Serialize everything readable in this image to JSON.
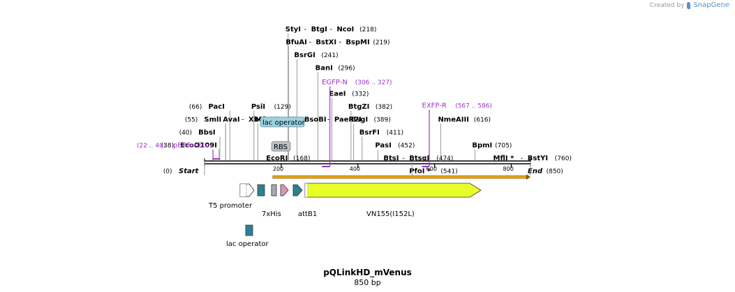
{
  "header": {
    "created_by": "Created by",
    "brand": "SnapGene"
  },
  "plasmid": {
    "name": "pQLinkHD_mVenus",
    "length_label": "850 bp",
    "length": 850
  },
  "ruler": {
    "ticks": [
      200,
      400,
      600,
      800
    ]
  },
  "enzymes": [
    {
      "name": "StyI",
      "pos": 218,
      "join": "start",
      "row": 0
    },
    {
      "name": "BtgI",
      "pos": 218,
      "join": "mid",
      "row": 0
    },
    {
      "name": "NcoI",
      "pos": 218,
      "join": "end",
      "row": 0,
      "pos_label": "(218)"
    },
    {
      "name": "BfuAI",
      "pos": 219,
      "join": "start",
      "row": 1
    },
    {
      "name": "BstXI",
      "pos": 219,
      "join": "mid",
      "row": 1
    },
    {
      "name": "BspMI",
      "pos": 219,
      "join": "end",
      "row": 1,
      "pos_label": "(219)"
    },
    {
      "name": "BsrGI",
      "pos": 241,
      "row": 2,
      "pos_label": "(241)"
    },
    {
      "name": "BanI",
      "pos": 296,
      "row": 3,
      "pos_label": "(296)"
    },
    {
      "name": "EaeI",
      "pos": 332,
      "row": 5,
      "pos_label": "(332)"
    },
    {
      "name": "BtgZI",
      "pos": 382,
      "row": 6,
      "pos_label": "(382)"
    },
    {
      "name": "BsgI",
      "pos": 389,
      "row": 7,
      "pos_label": "(389)"
    },
    {
      "name": "BsrFI",
      "pos": 411,
      "row": 8,
      "pos_label": "(411)"
    },
    {
      "name": "PasI",
      "pos": 452,
      "row": 9,
      "pos_label": "(452)"
    },
    {
      "name": "BtsI",
      "pos": 474,
      "join": "start",
      "row": 10
    },
    {
      "name": "BtsαI",
      "pos": 474,
      "join": "end",
      "row": 10,
      "pos_label": "(474)"
    },
    {
      "name": "PfoI *",
      "pos": 541,
      "row": 11,
      "pos_label": "(541)"
    },
    {
      "name": "NmeAIII",
      "pos": 616,
      "row": 7,
      "pos_label": "(616)"
    },
    {
      "name": "BpmI",
      "pos": 705,
      "row": 9,
      "pos_label": "(705)"
    },
    {
      "name": "MflI *",
      "pos": 760,
      "join": "start",
      "row": 10
    },
    {
      "name": "BstYI",
      "pos": 760,
      "join": "end",
      "row": 10,
      "pos_label": "(760)"
    },
    {
      "name": "End",
      "pos": 850,
      "row": 11,
      "pos_label": "(850)",
      "italic": true
    },
    {
      "name": "PacI",
      "pos": 66,
      "row": 6,
      "left": true,
      "pos_label": "(66)"
    },
    {
      "name": "SmlI",
      "pos": 55,
      "join": "start",
      "row": 7,
      "left": true,
      "pos_label": "(55)"
    },
    {
      "name": "AvaI",
      "pos": 55,
      "join": "mid",
      "row": 7
    },
    {
      "name": "XhoI",
      "pos": 55,
      "join": "mid",
      "row": 7
    },
    {
      "name": "PspXI",
      "pos": 55,
      "join": "mid",
      "row": 7
    },
    {
      "name": "BsoBI",
      "pos": 55,
      "join": "mid",
      "row": 7
    },
    {
      "name": "PaeR7I",
      "pos": 55,
      "join": "end",
      "row": 7
    },
    {
      "name": "BbsI",
      "pos": 40,
      "row": 8,
      "left": true,
      "pos_label": "(40)"
    },
    {
      "name": "EcoO109I",
      "pos": 38,
      "row": 9,
      "left": true,
      "pos_label": "(38)"
    },
    {
      "name": "Start",
      "pos": 0,
      "row": 11,
      "left": true,
      "pos_label": "(0)",
      "italic": true
    },
    {
      "name": "PsiI",
      "pos": 129,
      "row": 6,
      "pos_label": "(129)"
    },
    {
      "name": "MfeI",
      "pos": 139,
      "row": 7,
      "pos_label": "(139)"
    },
    {
      "name": "EcoRI",
      "pos": 168,
      "row": 10,
      "pos_label": "(168)"
    }
  ],
  "primers": [
    {
      "name": "EGFP-N",
      "range_label": "(306 .. 327)",
      "start": 306,
      "end": 327,
      "color": "#9b30c8"
    },
    {
      "name": "EXFP-R",
      "range_label": "(567 .. 586)",
      "start": 567,
      "end": 586,
      "color": "#9b30c8"
    },
    {
      "name": "pBRforEco",
      "range_label": "(22 .. 40)",
      "start": 22,
      "end": 40,
      "color": "#9b30c8"
    }
  ],
  "site_labels": [
    {
      "name": "lac operator",
      "fill": "#9fd3e0",
      "stroke": "#4a8fa6"
    },
    {
      "name": "RBS",
      "fill": "#b9c0c6",
      "stroke": "#7d868c"
    }
  ],
  "features": [
    {
      "name": "T5 promoter",
      "type": "promoter",
      "start": 20,
      "end": 75,
      "label_shown": true,
      "color": "#ffffff"
    },
    {
      "name": "lac operator",
      "type": "box",
      "start": 90,
      "end": 110,
      "label_shown": false,
      "color": "#2f7f93",
      "row": 0
    },
    {
      "name": "RBS",
      "type": "box",
      "start": 115,
      "end": 130,
      "label_shown": false,
      "color": "#a8a8b8",
      "row": 0
    },
    {
      "name": "7xHis",
      "type": "arrow",
      "start": 140,
      "end": 162,
      "label_shown": true,
      "color": "#d995b8"
    },
    {
      "name": "attB1",
      "type": "arrow",
      "start": 175,
      "end": 200,
      "label_shown": true,
      "color": "#2f7f93"
    },
    {
      "name": "VN155(I152L)",
      "type": "arrow",
      "start": 205,
      "end": 690,
      "label_shown": true,
      "color": "#e8ff2a"
    },
    {
      "name": "lac operator",
      "type": "box",
      "start": 85,
      "end": 110,
      "label_shown": true,
      "color": "#2f7f93",
      "row": 2
    }
  ],
  "orf": {
    "start": 178,
    "end": 850,
    "color": "#e8a317"
  }
}
